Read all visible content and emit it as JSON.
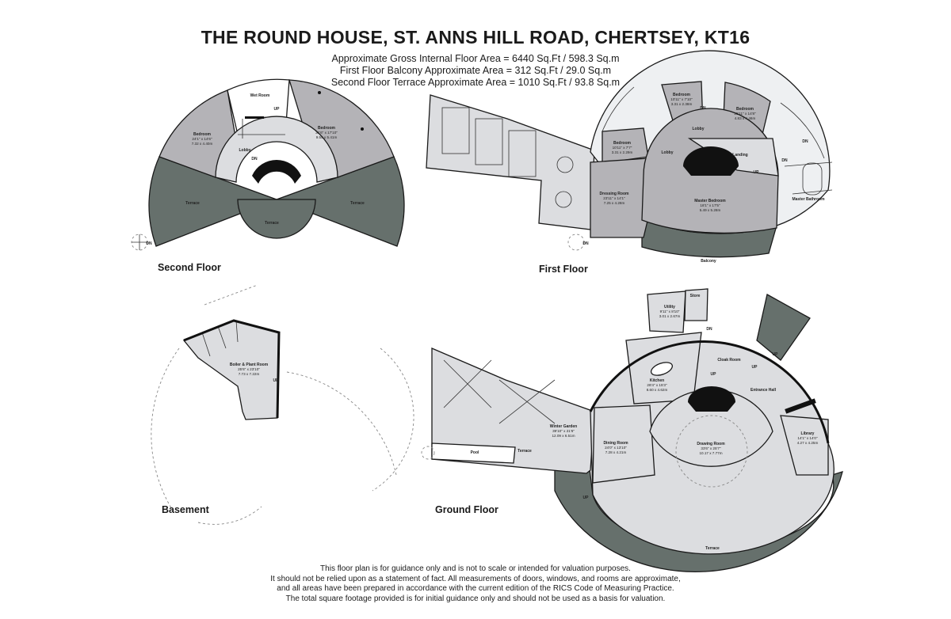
{
  "header": {
    "title": "THE ROUND HOUSE, ST. ANNS HILL ROAD, CHERTSEY, KT16",
    "area_lines": [
      "Approximate Gross Internal Floor Area = 6440 Sq.Ft / 598.3 Sq.m",
      "First Floor Balcony Approximate Area = 312 Sq.Ft / 29.0 Sq.m",
      "Second Floor Terrace Approximate Area = 1010 Sq.Ft / 93.8 Sq.m"
    ]
  },
  "floors": {
    "second": "Second Floor",
    "first": "First Floor",
    "basement": "Basement",
    "ground": "Ground Floor"
  },
  "rooms": {
    "second_floor": {
      "wet_room": "Wet Room",
      "bedroom_left": {
        "name": "Bedroom",
        "imperial": "24'1\" x 14'6\"",
        "metric": "7.32 x 4.40m"
      },
      "bedroom_right": {
        "name": "Bedroom",
        "imperial": "31'6\" x 17'10\"",
        "metric": "9.55 x 5.41m"
      },
      "lobby": "Lobby",
      "terrace_left": "Terrace",
      "terrace_right": "Terrace",
      "terrace_center": "Terrace",
      "up": "UP",
      "dn": "DN",
      "dn_spiral": "DN"
    },
    "first_floor": {
      "bedroom_top": {
        "name": "Bedroom",
        "imperial": "10'11\" x 7'10\"",
        "metric": "3.31 x 2.38m"
      },
      "bedroom_right": {
        "name": "Bedroom",
        "imperial": "15'11\" x 14'8\"",
        "metric": "4.83 x 4.46m"
      },
      "bedroom_left": {
        "name": "Bedroom",
        "imperial": "10'11\" x 7'7\"",
        "metric": "3.31 x 2.29m"
      },
      "lobby_top": "Lobby",
      "lobby_left": "Lobby",
      "landing": "Landing",
      "dressing_room": {
        "name": "Dressing Room",
        "imperial": "23'11\" x 14'1\"",
        "metric": "7.25 x 4.28m"
      },
      "master_bedroom": {
        "name": "Master Bedroom",
        "imperial": "18'1\" x 17'5\"",
        "metric": "5.49 x 5.28m"
      },
      "master_bathroom": {
        "name": "Master Bathroom"
      },
      "balcony": "Balcony",
      "dn_1": "DN",
      "dn_2": "DN",
      "dn_3": "DN",
      "up": "UP",
      "dn_spiral": "DN"
    },
    "basement": {
      "boiler": {
        "name": "Boiler & Plant Room",
        "imperial": "25'6\" x 23'10\"",
        "metric": "7.73 x 7.22m"
      },
      "up": "UP"
    },
    "ground_floor": {
      "utility": {
        "name": "Utility",
        "imperial": "9'11\" x 8'10\"",
        "metric": "3.01 x 2.67m"
      },
      "store": "Store",
      "kitchen": {
        "name": "Kitchen",
        "imperial": "28'4\" x 15'3\"",
        "metric": "8.60 x 4.62m"
      },
      "cloak_room": "Cloak Room",
      "entrance_hall": "Entrance Hall",
      "winter_garden": {
        "name": "Winter Garden",
        "imperial": "39'10\" x 21'6\"",
        "metric": "12.09 x 6.51m"
      },
      "dining_room": {
        "name": "Dining Room",
        "imperial": "24'0\" x 13'10\"",
        "metric": "7.28 x 4.21m"
      },
      "drawing_room": {
        "name": "Drawing Room",
        "imperial": "33'6\" x 25'7\"",
        "metric": "10.17 x 7.77m"
      },
      "library": {
        "name": "Library",
        "imperial": "14'1\" x 14'0\"",
        "metric": "4.27 x 4.25m"
      },
      "pool": "Pool",
      "terrace_small": "Terrace",
      "terrace_main": "Terrace",
      "up_1": "UP",
      "up_2": "UP",
      "up_3": "UP",
      "up_4": "UP",
      "dn": "DN"
    }
  },
  "disclaimer": [
    "This floor plan is for guidance only and is not to scale or intended for valuation purposes.",
    "It should not be relied upon as a statement of fact. All measurements of doors, windows, and rooms are approximate,",
    "and all areas have been prepared in accordance with the current edition of the RICS Code of Measuring Practice.",
    "The total square footage provided is for initial guidance only and should not be used as a basis for valuation."
  ],
  "colors": {
    "room": "#b4b3b7",
    "light_room": "#dcdde0",
    "terrace": "#66706c",
    "wall": "#111111"
  }
}
